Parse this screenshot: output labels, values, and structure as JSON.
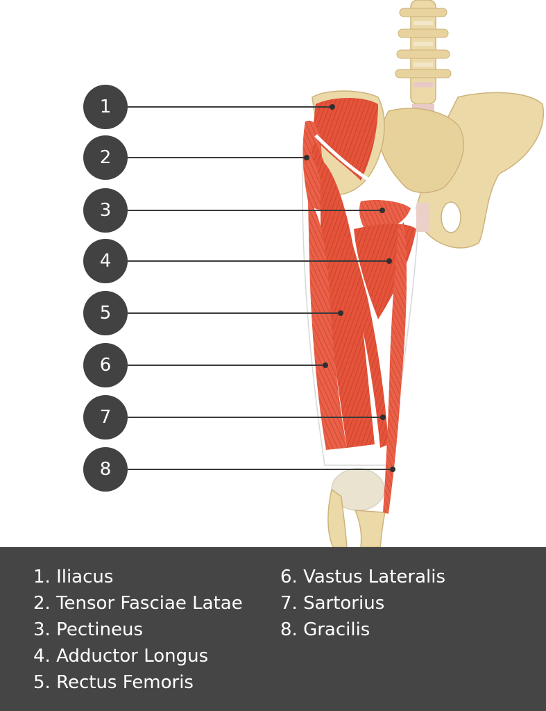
{
  "markers": [
    "1",
    "2",
    "3",
    "4",
    "5",
    "6",
    "7",
    "8"
  ],
  "legend": {
    "left": [
      "1. Iliacus",
      "2. Tensor Fasciae Latae",
      "3. Pectineus",
      "4. Adductor Longus",
      "5. Rectus Femoris"
    ],
    "right": [
      "6. Vastus Lateralis",
      "7. Sartorius",
      "8. Gracilis"
    ]
  },
  "colors": {
    "bone": "#ecd9a8",
    "muscle": "#e4533a",
    "marker": "#424242",
    "legend_background": "#454545"
  }
}
